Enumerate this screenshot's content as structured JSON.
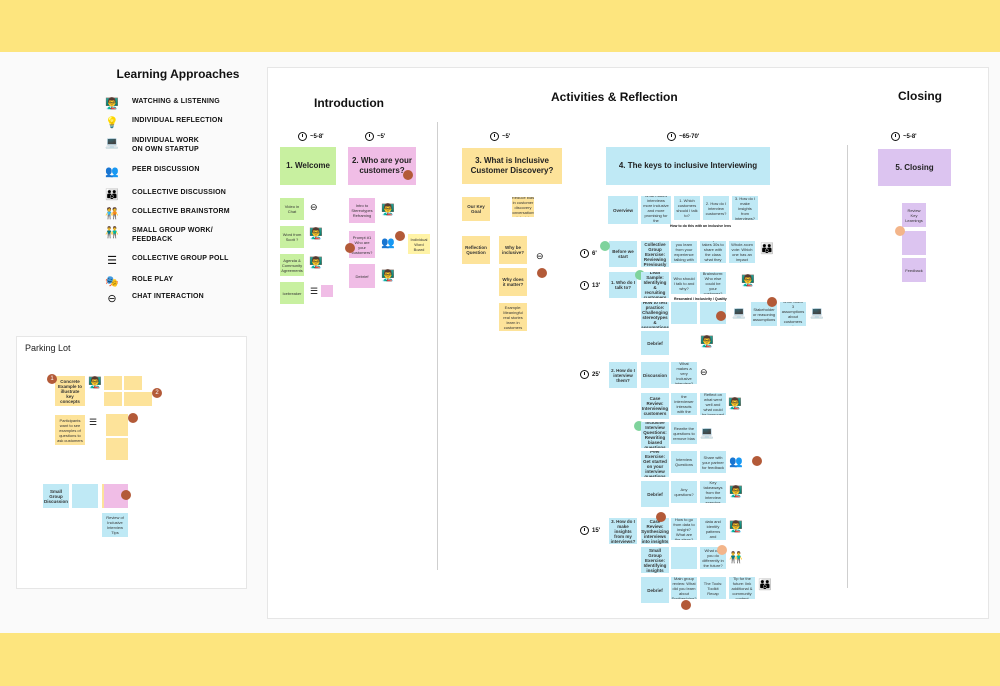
{
  "legend": {
    "title": "Learning Approaches",
    "items": [
      {
        "label": "WATCHING & LISTENING",
        "icon": "watching-icon"
      },
      {
        "label": "INDIVIDUAL REFLECTION",
        "icon": "reflection-icon"
      },
      {
        "label": "INDIVIDUAL WORK\nON OWN STARTUP",
        "icon": "individual-work-icon"
      },
      {
        "label": "PEER DISCUSSION",
        "icon": "peer-discussion-icon"
      },
      {
        "label": "COLLECTIVE DISCUSSION",
        "icon": "collective-discussion-icon"
      },
      {
        "label": "COLLECTIVE BRAINSTORM",
        "icon": "brainstorm-icon"
      },
      {
        "label": "SMALL GROUP WORK/\nFEEDBACK",
        "icon": "small-group-icon"
      },
      {
        "label": "COLLECTIVE GROUP POLL",
        "icon": "poll-icon"
      },
      {
        "label": "ROLE PLAY",
        "icon": "role-play-icon"
      },
      {
        "label": "CHAT INTERACTION",
        "icon": "chat-icon"
      }
    ]
  },
  "sections": {
    "introduction": "Introduction",
    "activities": "Activities & Reflection",
    "closing": "Closing"
  },
  "timers": {
    "welcome": "~5-8'",
    "who": "~5'",
    "discovery": "~5'",
    "keys": "~65-70'",
    "closing": "~5-8'",
    "t6": "6'",
    "t13": "13'",
    "t25": "25'",
    "t15": "15'"
  },
  "headers": {
    "welcome": "1. Welcome",
    "who": "2. Who are your customers?",
    "discovery": "3. What is Inclusive Customer Discovery?",
    "keys": "4. The keys to inclusive Interviewing",
    "closing": "5. Closing"
  },
  "intro_notes": {
    "n1": "Video in Chat",
    "n2": "Word from Scott ?",
    "n3": "Agenda & Community Agreements",
    "n4": "Icebreaker",
    "p1": "Intro to Stereotypes Reframing",
    "p2": "Prompt #1 Who are your customers?",
    "p3": "Debrief",
    "y1": "Individual Word Board"
  },
  "discovery_notes": {
    "goal": "Our Key Goal",
    "goal_text": "Reduce bias in customer discovery conversations and decisions",
    "reflection": "Reflection Question",
    "why_inclusive": "Why be inclusive?",
    "why_matters": "Why does it matter?",
    "example": "Example: Meaningful real stories learn in customers"
  },
  "keys_notes": {
    "overview": "Overview",
    "o1": "What makes interviews more inclusive and more promising for the customers?",
    "o2": "1. Which customers should I talk to?",
    "o3": "2. How do I interview customers?",
    "o4": "3. How do I make insights from interviews?",
    "how_to": "How to do this with an inclusive lens",
    "before": "Before we start",
    "collective": "Collective Group Exercise: Reviewing Previously",
    "bq1": "What did you learn from your experience talking with customers?",
    "bq2": "Everyone takes 30s to share with the class what they learned",
    "bq3": "Whole-room vote: Which one has an impact",
    "who_talk": "1. Who do I talk to?",
    "lean": "Lean Sample: Identifying & recruiting customers",
    "w1": "Who should I talk to and why?",
    "w2": "Brainstorm: Who else could be your customer?",
    "resonate": "Resonated / Inclusivity / Quality",
    "practice": "How to test practice: Challenging stereotypes & assumptions",
    "w3": "Stakeholder or reasoning assumptions",
    "w4": "Write down 3 assumptions about customers you have",
    "debrief": "Debrief",
    "how_interview": "2. How do I interview them?",
    "discussion": "Discussion",
    "d1": "What makes a very inclusive interview?",
    "case": "Case Review: Interviewing customers",
    "c1": "Watch how the interviewer interacts with the customer",
    "c2": "Reflect on what went well and what could be improved",
    "inclusive_q": "Inclusive Interview Questions: Rewriting biased questions",
    "iq1": "Rewrite the questions to remove bias",
    "peer": "Peer Exercise: Get started on your interview questions",
    "pq1": "Interview Questions",
    "pq2": "Share with your partner for feedback",
    "debrief2": "Debrief",
    "debrief2_q": "Any questions?",
    "debrief2_t": "Key takeaways from the interview exercise",
    "insights": "3. How do I make insights from my interviews?",
    "synth": "Case Review: Synthesizing interviews into insights",
    "s1": "How to go from data to insight? What are the steps?",
    "s2": "Look at the data and identify patterns and meaning",
    "small": "Small Group Exercise: Identifying insights",
    "s3": "What can you do differently in the future?",
    "debrief3": "Debrief",
    "f1": "Main group review: What did you learn about Synthesizing?",
    "f2": "The Tools: Toolkit Recap",
    "f3": "Tip for the future: link additional & community content"
  },
  "closing_notes": {
    "n1": "Review Key Learnings",
    "n2": "",
    "n3": "Feedback"
  },
  "parking": {
    "title": "Parking Lot",
    "n1": "Concrete Example to illustrate key concepts",
    "n2": "Participants want to see examples of questions to ask customers",
    "n3": "Small Group Discussion",
    "n4": "Review of Inclusive Interview Tips",
    "dot1": "1",
    "dot2": "2"
  },
  "colors": {
    "band": "#fde57e",
    "green_sticky": "#c8f0a0",
    "pink_sticky": "#f0bde6",
    "yellow_sticky": "#fde39a",
    "blue_sticky": "#bfe9f5",
    "purple_sticky": "#dcc4f0"
  }
}
